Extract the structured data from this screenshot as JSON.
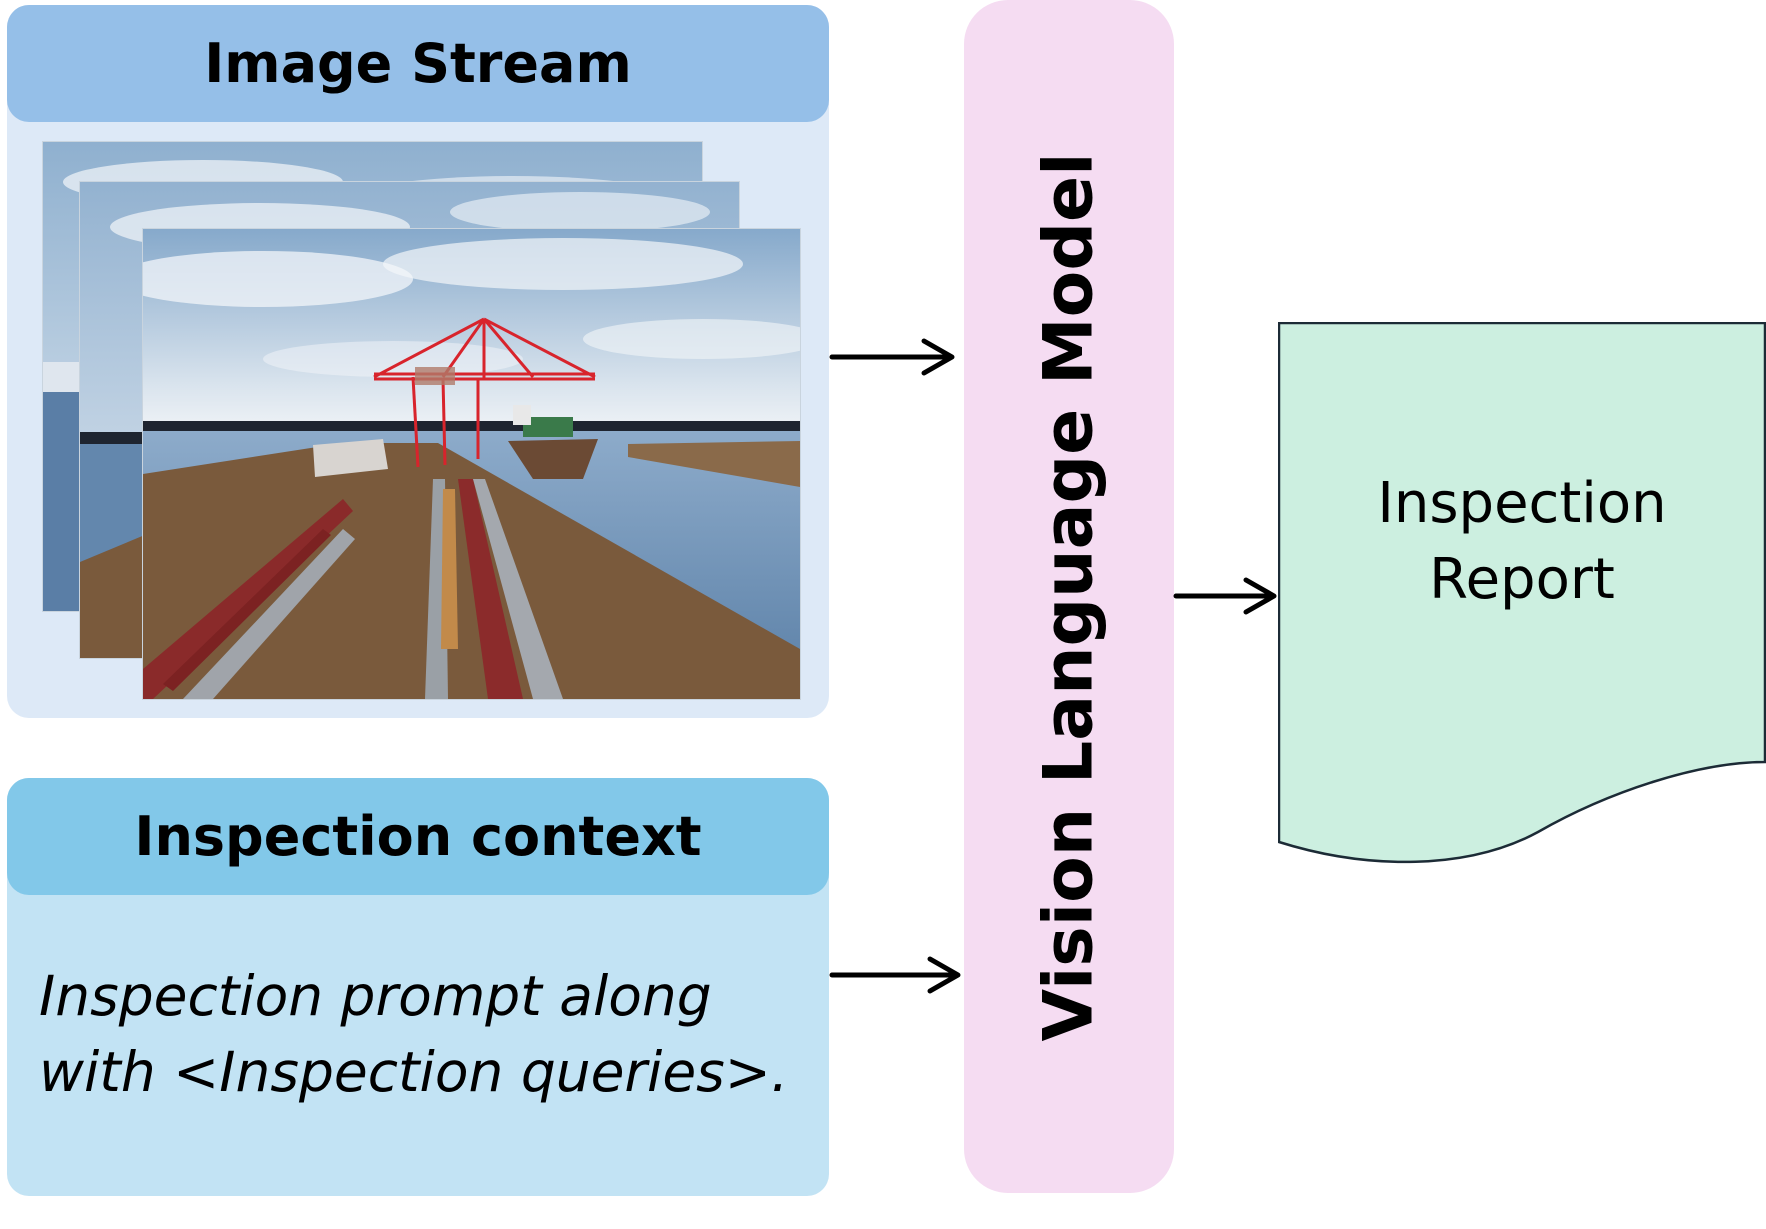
{
  "image_stream": {
    "title": "Image Stream"
  },
  "inspection_context": {
    "title": "Inspection context",
    "prompt_line1": "Inspection prompt along",
    "prompt_line2": "with <Inspection queries>."
  },
  "model": {
    "label": "Vision Language Model"
  },
  "output": {
    "line1": "Inspection",
    "line2": "Report"
  },
  "colors": {
    "stream_panel": "#dde9f7",
    "stream_header": "#95bfe8",
    "context_panel": "#c2e3f4",
    "context_header": "#82c8e9",
    "model_bar": "#f5dcf2",
    "report_fill": "#ccefe0",
    "crane": "#d8242c",
    "dock": "#7a5a3c"
  }
}
